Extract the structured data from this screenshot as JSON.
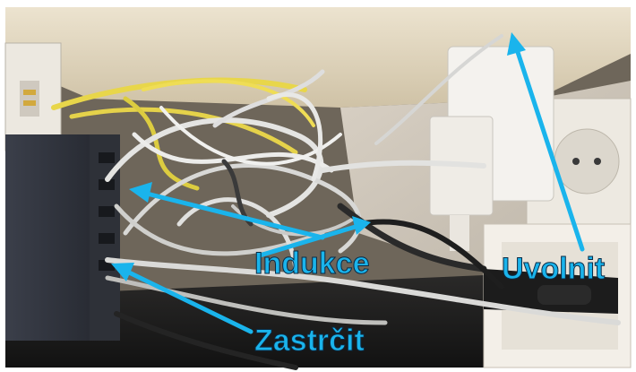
{
  "annotations": {
    "induction_label": "Indukce",
    "plug_in_label": "Zastrčit",
    "release_label": "Uvolnit"
  },
  "colors": {
    "annotation": "#1ab4ec",
    "label_stroke": "#0a2a44",
    "background": "#ffffff"
  }
}
